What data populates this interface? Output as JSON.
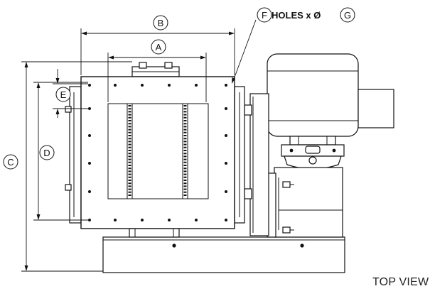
{
  "callouts": {
    "a": "A",
    "b": "B",
    "c": "C",
    "d": "D",
    "e": "E",
    "f": "F",
    "g": "G"
  },
  "holes_label": "HOLES x Ø",
  "view_title": "TOP VIEW"
}
